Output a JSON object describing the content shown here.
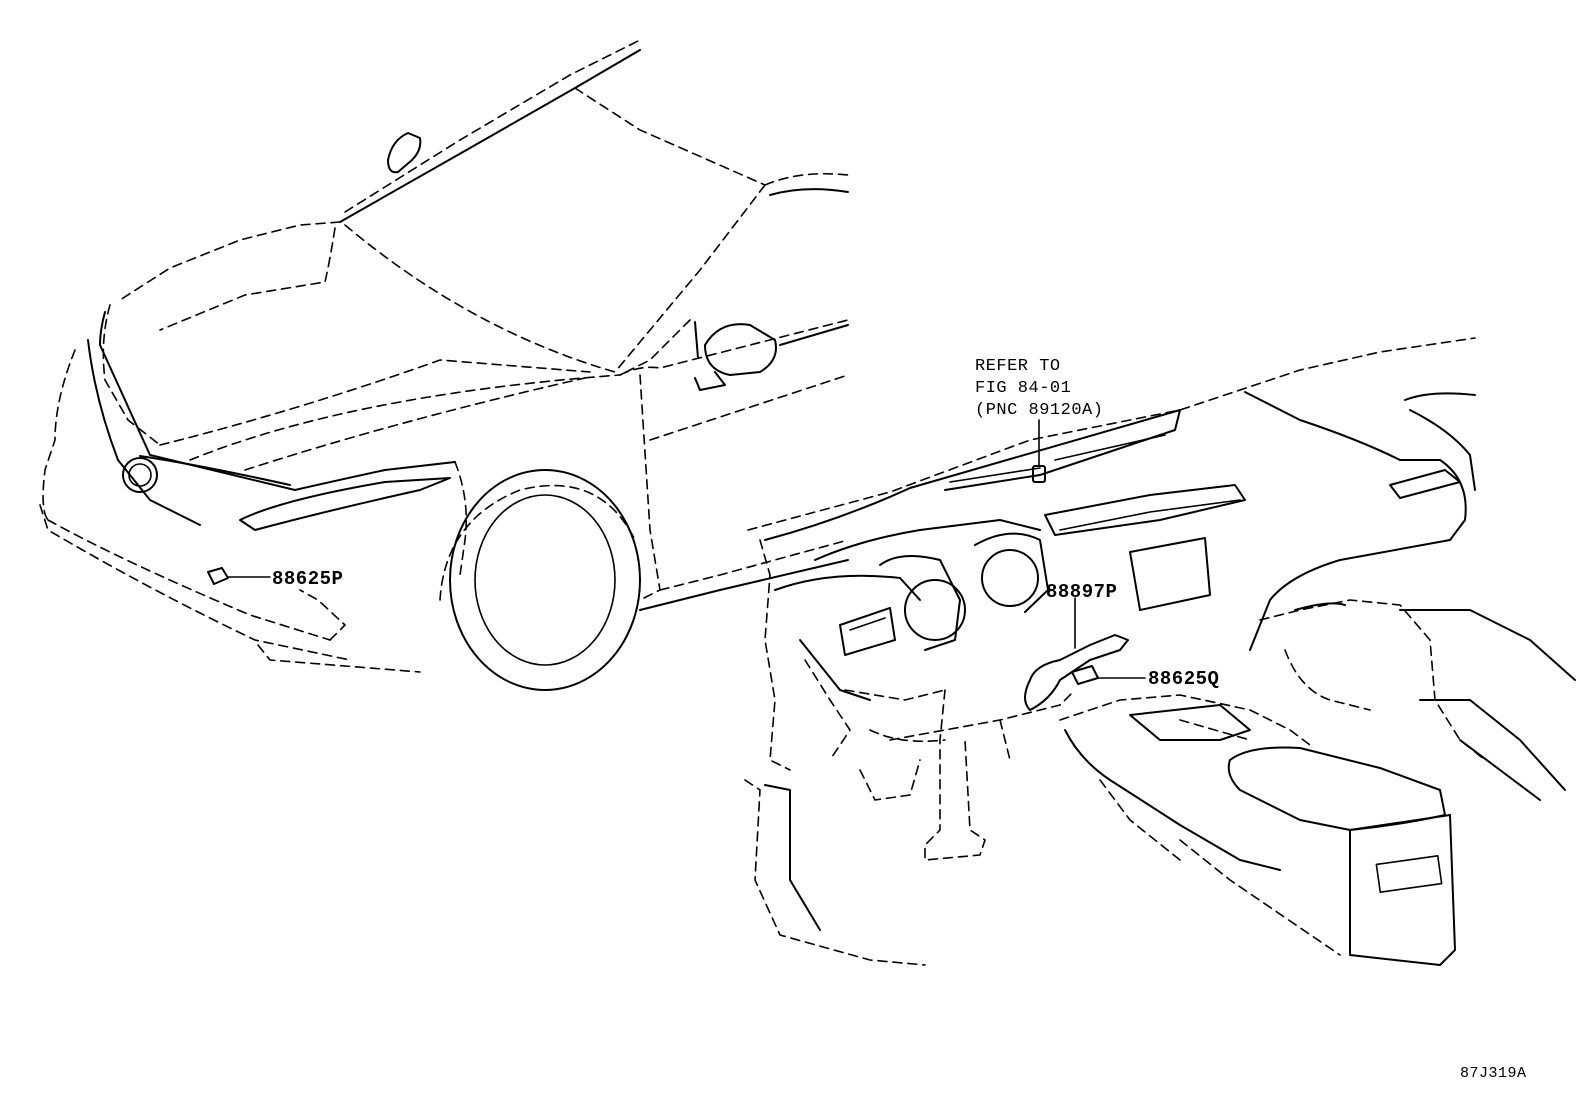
{
  "callouts": {
    "part_88625P": "88625P",
    "part_88897P": "88897P",
    "part_88625Q": "88625Q"
  },
  "reference_note": {
    "line1": "REFER TO",
    "line2": "FIG 84-01",
    "line3": "(PNC 89120A)"
  },
  "figure_id": "87J319A"
}
